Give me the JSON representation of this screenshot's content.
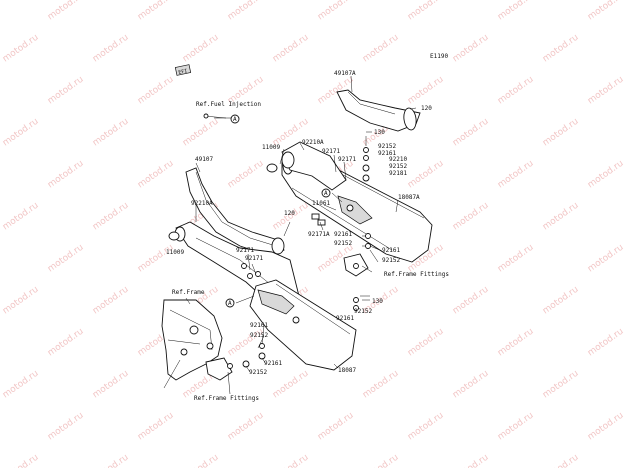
{
  "diagram_id": "E1190",
  "watermark_text": "motod.ru",
  "reference_labels": {
    "fuel_injection": "Ref.Fuel Injection",
    "frame": "Ref.Frame",
    "frame_fittings_right": "Ref.Frame Fittings",
    "frame_fittings_bottom": "Ref.Frame Fittings"
  },
  "callout_marker": "A",
  "part_numbers": {
    "p49107A": "49107A",
    "p120_top": "120",
    "p130_top": "130",
    "p92152_a": "92152",
    "p92161_a": "92161",
    "p92210": "92210",
    "p92152_b": "92152",
    "p92181": "92181",
    "p92210A_top": "92210A",
    "p92171_a": "92171",
    "p92171_b": "92171",
    "p11009_top": "11009",
    "p18087A": "18087A",
    "p49107": "49107",
    "p11061": "11061",
    "p92210A_mid": "92210A",
    "p120_mid": "120",
    "p92171A": "92171A",
    "p92161_b": "92161",
    "p92152_c": "92152",
    "p92161_c": "92161",
    "p92152_d": "92152",
    "p11009_left": "11009",
    "p92171_c": "92171",
    "p92171_d": "92171",
    "p130_mid": "130",
    "p92152_e": "92152",
    "p92161_d": "92161",
    "p92161_e": "92161",
    "p92152_f": "92152",
    "p92161_f": "92161",
    "p92152_g": "92152",
    "p18087": "18087"
  }
}
